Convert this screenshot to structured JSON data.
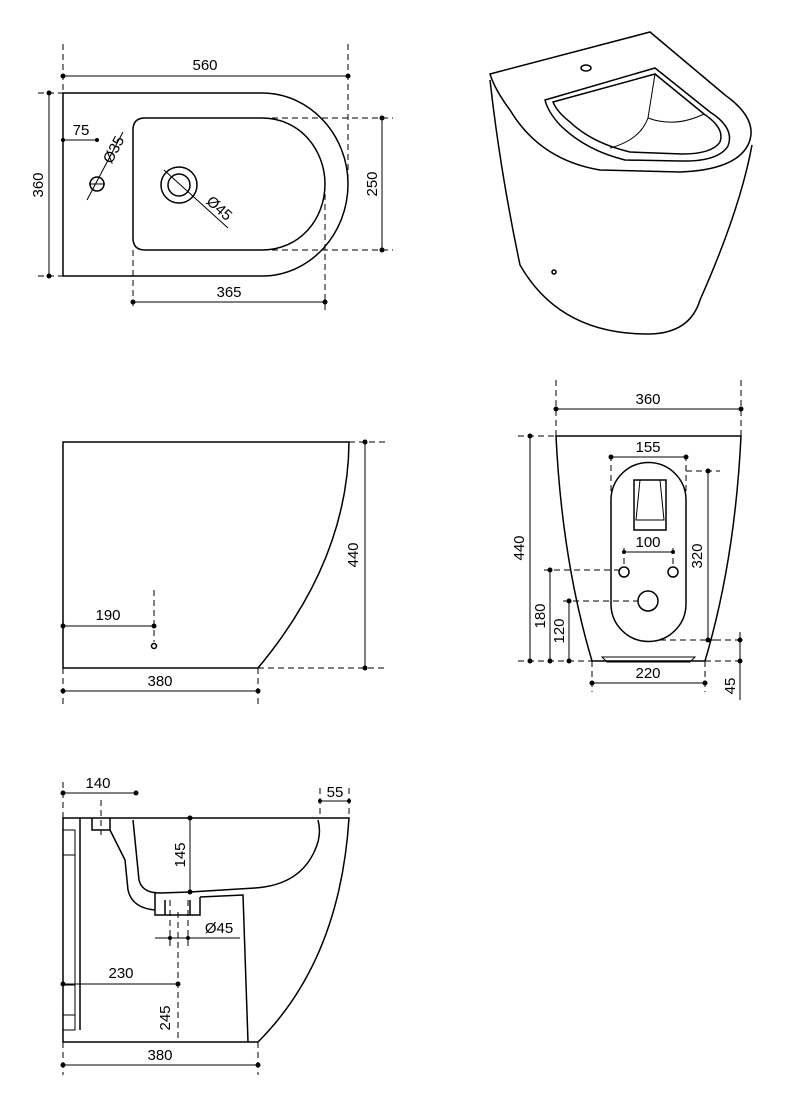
{
  "drawing": {
    "stroke_color": "#000000",
    "background": "#ffffff"
  },
  "top_view": {
    "width": "560",
    "depth": "360",
    "tap_hole_offset": "75",
    "tap_hole_diameter": "Ø35",
    "drain_diameter": "Ø45",
    "bowl_width": "250",
    "bowl_length": "365"
  },
  "side_view": {
    "height": "440",
    "fixing_height": "190",
    "base_length": "380"
  },
  "back_view": {
    "width": "360",
    "height": "440",
    "recess_width": "155",
    "recess_height": "320",
    "fixing_spacing": "100",
    "fixing_height": "180",
    "outlet_height": "120",
    "base_width": "220",
    "base_offset": "45"
  },
  "section_view": {
    "inlet_offset": "140",
    "rim_width": "55",
    "bowl_depth": "145",
    "waste_diameter": "Ø45",
    "waste_offset": "230",
    "waste_height": "245",
    "base_length": "380"
  }
}
